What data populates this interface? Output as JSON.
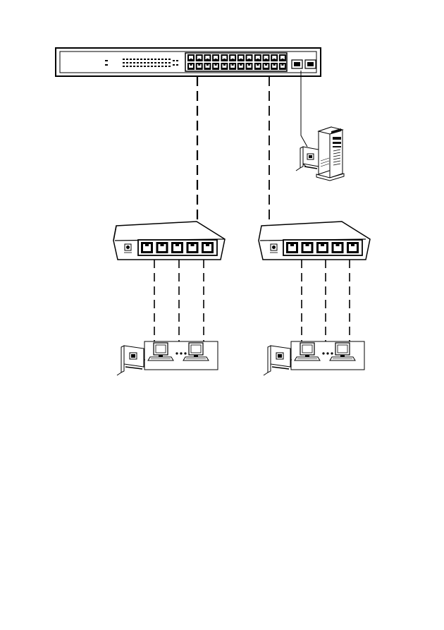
{
  "diagram": {
    "kind": "network-topology",
    "nodes": [
      {
        "id": "core-switch",
        "icon": "rack-switch-24-port-icon",
        "ports": 24,
        "uplink_ports": 2
      },
      {
        "id": "server",
        "icon": "tower-server-icon"
      },
      {
        "id": "server-nic",
        "icon": "network-card-icon"
      },
      {
        "id": "hub-left",
        "icon": "desktop-switch-5-port-icon",
        "ports": 5
      },
      {
        "id": "hub-right",
        "icon": "desktop-switch-5-port-icon",
        "ports": 5
      },
      {
        "id": "workgroup-left",
        "icon": "workstation-group-icon",
        "members": 2,
        "ellipsis": true
      },
      {
        "id": "workgroup-right",
        "icon": "workstation-group-icon",
        "members": 2,
        "ellipsis": true
      },
      {
        "id": "nic-left",
        "icon": "network-card-icon"
      },
      {
        "id": "nic-right",
        "icon": "network-card-icon"
      }
    ],
    "links": [
      {
        "from": "core-switch",
        "to": "hub-left",
        "style": "dashed"
      },
      {
        "from": "core-switch",
        "to": "hub-right",
        "style": "dashed"
      },
      {
        "from": "core-switch",
        "to": "server",
        "style": "solid"
      },
      {
        "from": "hub-left",
        "to": "workgroup-left",
        "count": 3,
        "style": "dashed"
      },
      {
        "from": "hub-right",
        "to": "workgroup-right",
        "count": 3,
        "style": "dashed"
      }
    ],
    "colors": {
      "ink": "#000000",
      "background": "#ffffff"
    }
  }
}
